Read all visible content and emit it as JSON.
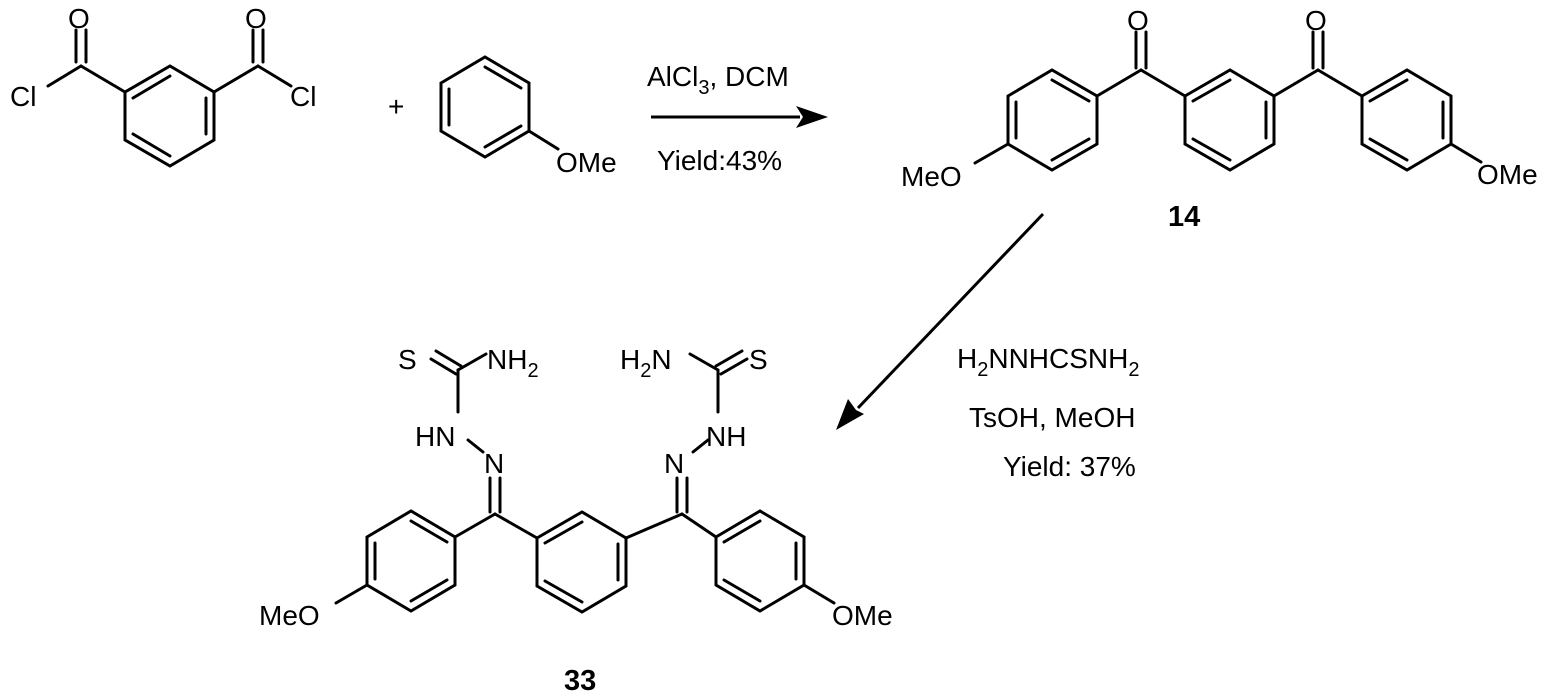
{
  "reactant_1": {
    "cl_left": "Cl",
    "cl_right": "Cl",
    "o_left": "O",
    "o_right": "O"
  },
  "plus_sign": "+",
  "reactant_2": {
    "ome": "OMe"
  },
  "step_1": {
    "reagents_prefix": "AlCl",
    "reagents_sub": "3",
    "reagents_suffix": ", DCM",
    "yield": "Yield:43%"
  },
  "compound_14": {
    "label": "14",
    "o_left": "O",
    "o_right": "O",
    "ome_left": "MeO",
    "ome_right": "OMe"
  },
  "step_2": {
    "reagent_h": "H",
    "reagent_sub1": "2",
    "reagent_mid": "NNHCSNH",
    "reagent_sub2": "2",
    "conditions": "TsOH, MeOH",
    "yield": "Yield: 37%"
  },
  "compound_33": {
    "label": "33",
    "s_left": "S",
    "nh2_left_prefix": "NH",
    "nh2_left_sub": "2",
    "hn_left": "HN",
    "n_left": "N",
    "h2n_right_h": "H",
    "h2n_right_sub": "2",
    "h2n_right_n": "N",
    "s_right": "S",
    "nh_right": "NH",
    "n_right": "N",
    "ome_left": "MeO",
    "ome_right": "OMe"
  }
}
